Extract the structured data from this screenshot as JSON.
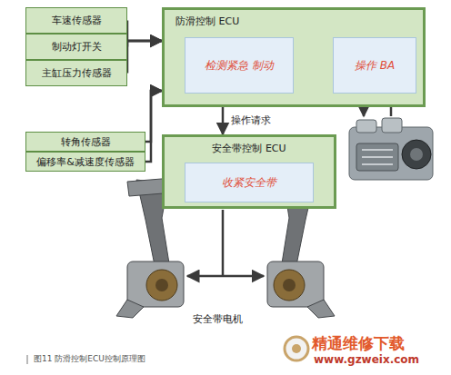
{
  "diagram": {
    "caption": "图11 防滑控制ECU控制原理图",
    "nodes": [
      {
        "text": [
          "车速传感器"
        ]
      },
      {
        "text": [
          "制动灯开关"
        ]
      },
      {
        "text": [
          "主缸压力传感器"
        ]
      },
      {
        "text": [
          "防滑控制 ECU"
        ]
      },
      {
        "text": [
          "检测紧急 制动"
        ],
        "in": 3
      },
      {
        "text": [
          "操作 BA"
        ],
        "in": 3
      },
      {
        "text": [
          "转角传感器"
        ]
      },
      {
        "text": [
          "偏移率&减速度传感器"
        ]
      },
      {
        "text": [
          "安全带控制 ECU"
        ]
      },
      {
        "text": [
          "收紧安全带"
        ],
        "in": 8
      }
    ],
    "edges": [
      {
        "from": 0,
        "to": 3,
        "arrow": "to"
      },
      {
        "from": 1,
        "to": 3,
        "arrow": "to"
      },
      {
        "from": 2,
        "to": 3,
        "arrow": "to"
      },
      {
        "from": 4,
        "to": 5,
        "arrow": "to"
      },
      {
        "from": 6,
        "to": 3,
        "arrow": "to"
      },
      {
        "from": 7,
        "to": 3,
        "arrow": "to"
      },
      {
        "from": 3,
        "to": 8,
        "label": "操作请求",
        "arrow": "to"
      }
    ],
    "labels": [
      "安全带电机",
      "精通维修下载",
      "www.gzweix.com"
    ]
  }
}
